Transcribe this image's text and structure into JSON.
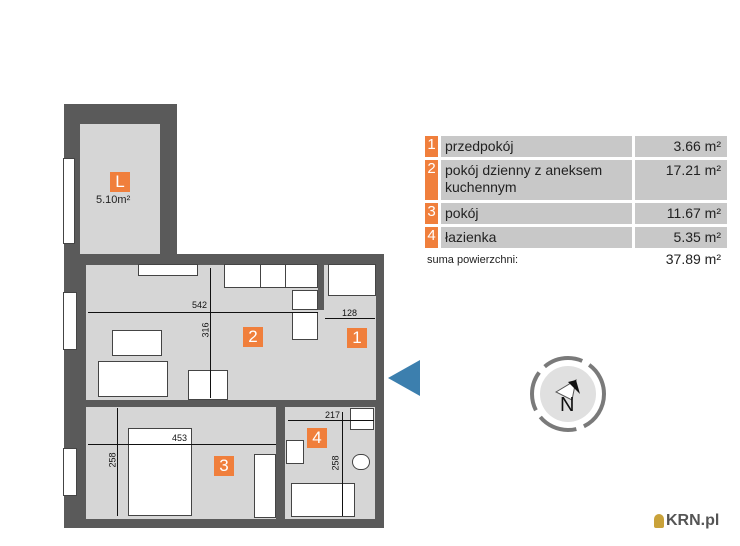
{
  "floorplan": {
    "balcony": {
      "label": "L",
      "area": "5.10m²"
    },
    "rooms": [
      {
        "number": "1",
        "name": "przedpokój"
      },
      {
        "number": "2",
        "name": "pokój dzienny z aneksem kuchennym"
      },
      {
        "number": "3",
        "name": "pokój"
      },
      {
        "number": "4",
        "name": "łazienka"
      }
    ],
    "dimensions": {
      "living_width": "542",
      "living_height": "316",
      "hall_width": "128",
      "bedroom_width": "453",
      "bedroom_height": "258",
      "bath_width": "217",
      "bath_height": "258"
    },
    "entrance_color": "#3c7fae"
  },
  "legend": {
    "rows": [
      {
        "number": "1",
        "name": "przedpokój",
        "area": "3.66 m²"
      },
      {
        "number": "2",
        "name": "pokój dzienny z aneksem kuchennym",
        "area": "17.21 m²"
      },
      {
        "number": "3",
        "name": "pokój",
        "area": "11.67 m²"
      },
      {
        "number": "4",
        "name": "łazienka",
        "area": "5.35 m²"
      }
    ],
    "total_label": "suma powierzchni:",
    "total_value": "37.89 m²"
  },
  "compass": {
    "label": "N"
  },
  "watermark": {
    "text": "KRN.pl"
  },
  "colors": {
    "accent": "#f07f3c",
    "wall": "#5a5a5a",
    "floor": "#d6d6d6"
  }
}
